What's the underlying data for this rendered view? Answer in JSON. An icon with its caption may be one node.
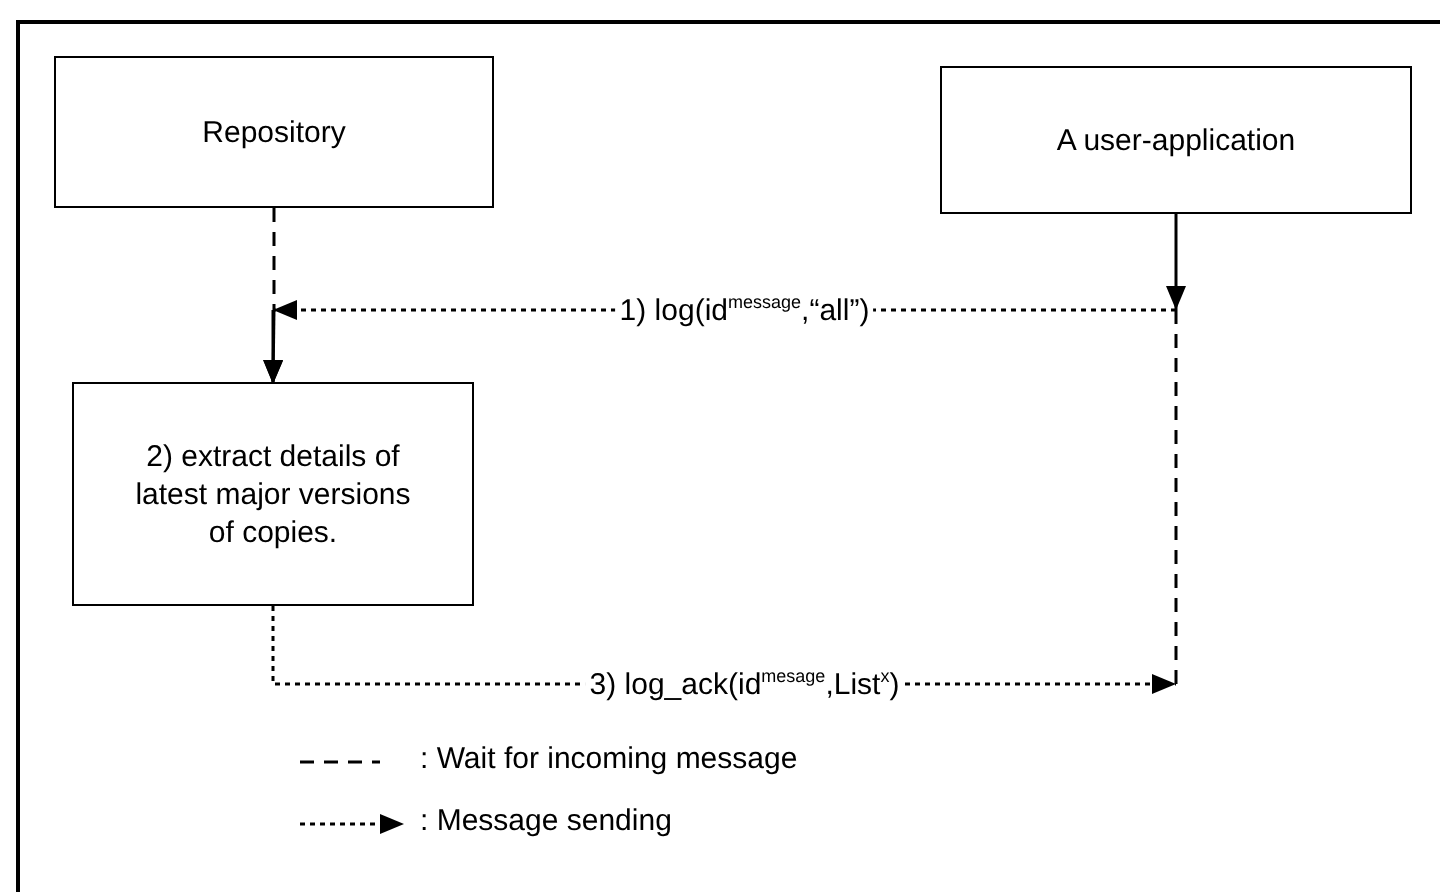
{
  "diagram": {
    "nodes": [
      {
        "text": [
          "Repository"
        ]
      },
      {
        "text": [
          "A user-application"
        ]
      },
      {
        "text": [
          "2) extract details of latest major versions of copies."
        ]
      }
    ],
    "edges": [
      {
        "from": 0,
        "to": 2,
        "arrow": "to",
        "style": "dashed"
      },
      {
        "from": 1,
        "to": 2,
        "arrow": "to",
        "style": "dashed",
        "label": "1) log(id$^{message}$,“all”)"
      },
      {
        "from": 2,
        "to": null,
        "arrow": "to",
        "style": "dashed",
        "label": "3) log_ack(id$^{mesage}$,List$^{x}$)"
      }
    ],
    "legend": [
      {
        "text": ": Wait for incoming message"
      },
      {
        "text": ": Message sending"
      }
    ]
  }
}
